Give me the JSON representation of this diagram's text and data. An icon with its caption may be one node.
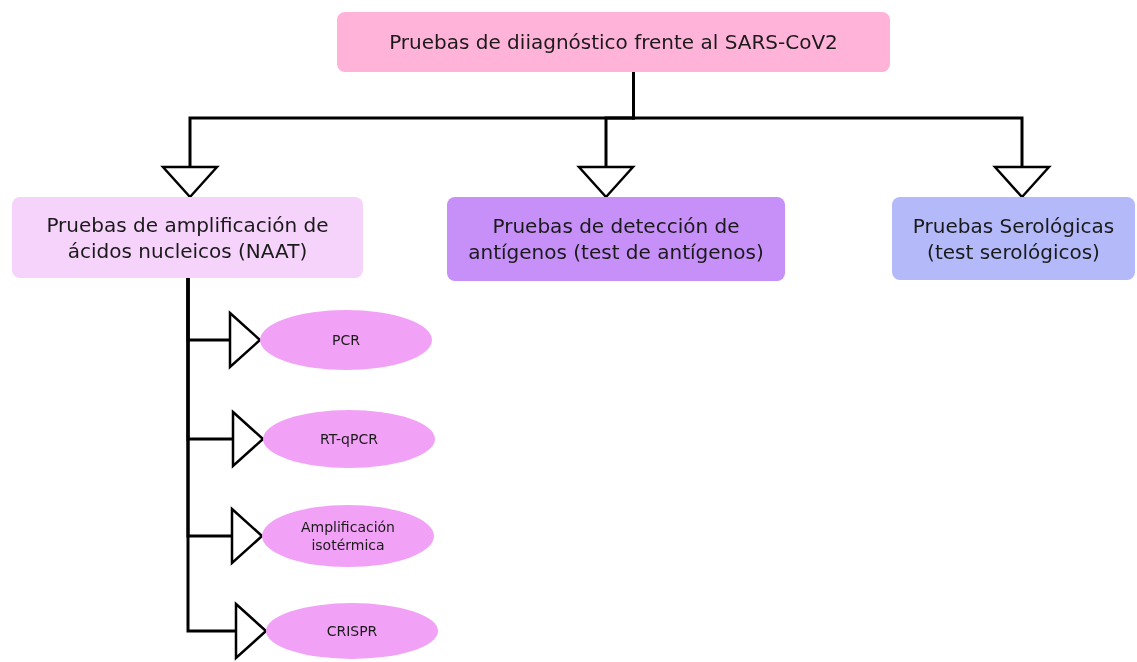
{
  "diagram": {
    "nodes": [
      {
        "text": [
          "Pruebas de diiagnóstico frente al SARS-CoV2"
        ]
      },
      {
        "text": [
          "Pruebas de amplificación de ácidos nucleicos (NAAT)"
        ]
      },
      {
        "text": [
          "Pruebas de detección de antígenos (test de antígenos)"
        ]
      },
      {
        "text": [
          "Pruebas Serológicas (test serológicos)"
        ]
      },
      {
        "text": [
          "PCR"
        ]
      },
      {
        "text": [
          "RT-qPCR"
        ]
      },
      {
        "text": [
          "Amplificación isotérmica"
        ]
      },
      {
        "text": [
          "CRISPR"
        ]
      }
    ],
    "edges": [
      {
        "from": 0,
        "to": 1,
        "arrow": "to"
      },
      {
        "from": 0,
        "to": 2,
        "arrow": "to"
      },
      {
        "from": 0,
        "to": 3,
        "arrow": "to"
      },
      {
        "from": 1,
        "to": 4,
        "arrow": "to"
      },
      {
        "from": 1,
        "to": 5,
        "arrow": "to"
      },
      {
        "from": 1,
        "to": 6,
        "arrow": "to"
      },
      {
        "from": 1,
        "to": 7,
        "arrow": "to"
      }
    ]
  }
}
